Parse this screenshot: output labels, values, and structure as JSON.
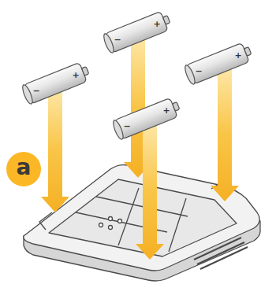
{
  "diagram": {
    "labels": [
      "a",
      "+",
      "−",
      "+",
      "−",
      "+",
      "−",
      "+",
      "−"
    ]
  }
}
